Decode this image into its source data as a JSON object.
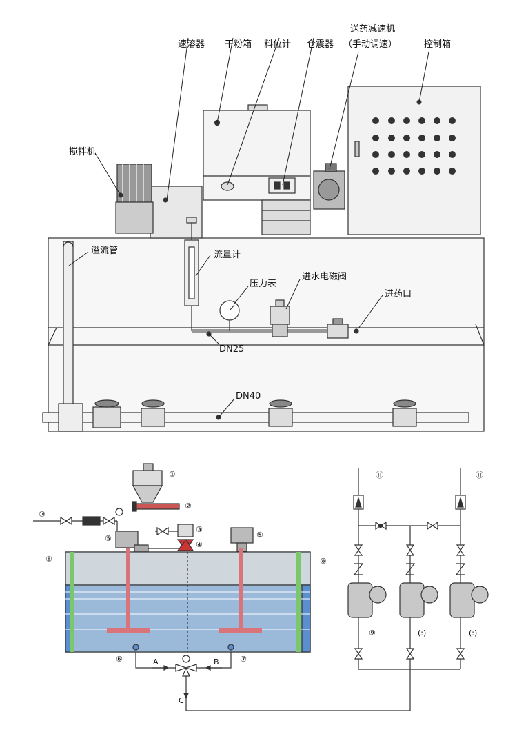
{
  "top_labels": {
    "dissolver": "速溶器",
    "dry_powder_box": "干粉箱",
    "level_gauge": "料位计",
    "bin_vibrator": "仓震器",
    "feed_reducer_line1": "送药减速机",
    "feed_reducer_line2": "（手动调速）",
    "control_box": "控制箱",
    "mixer": "搅拌机",
    "overflow_pipe": "溢流管",
    "flow_meter": "流量计",
    "pressure_gauge": "压力表",
    "inlet_solenoid_valve": "进水电磁阀",
    "dosing_inlet": "进药口",
    "dn25": "DN25",
    "dn40": "DN40"
  },
  "bottom_left": {
    "n1": "①",
    "n2": "②",
    "n3": "③",
    "n4": "④",
    "n5a": "⑤",
    "n5b": "⑤",
    "n6": "⑥",
    "n7": "⑦",
    "n8a": "⑧",
    "n8b": "⑧",
    "n10": "⑩",
    "letter_a": "A",
    "letter_b": "B",
    "letter_c": "C"
  },
  "bottom_right": {
    "n11a": "⑪",
    "n11b": "⑪",
    "n9": "⑨",
    "n9b": "(:)",
    "n9c": "(:)"
  },
  "colors": {
    "line": "#333333",
    "cabinet": "#f2f2f2",
    "tank_top": "#cfd6dc",
    "tank_water": "#5b8fd0",
    "tank_side": "#9bc2e6",
    "shaft_red": "#d9757a",
    "rod_green": "#7ac86b"
  }
}
